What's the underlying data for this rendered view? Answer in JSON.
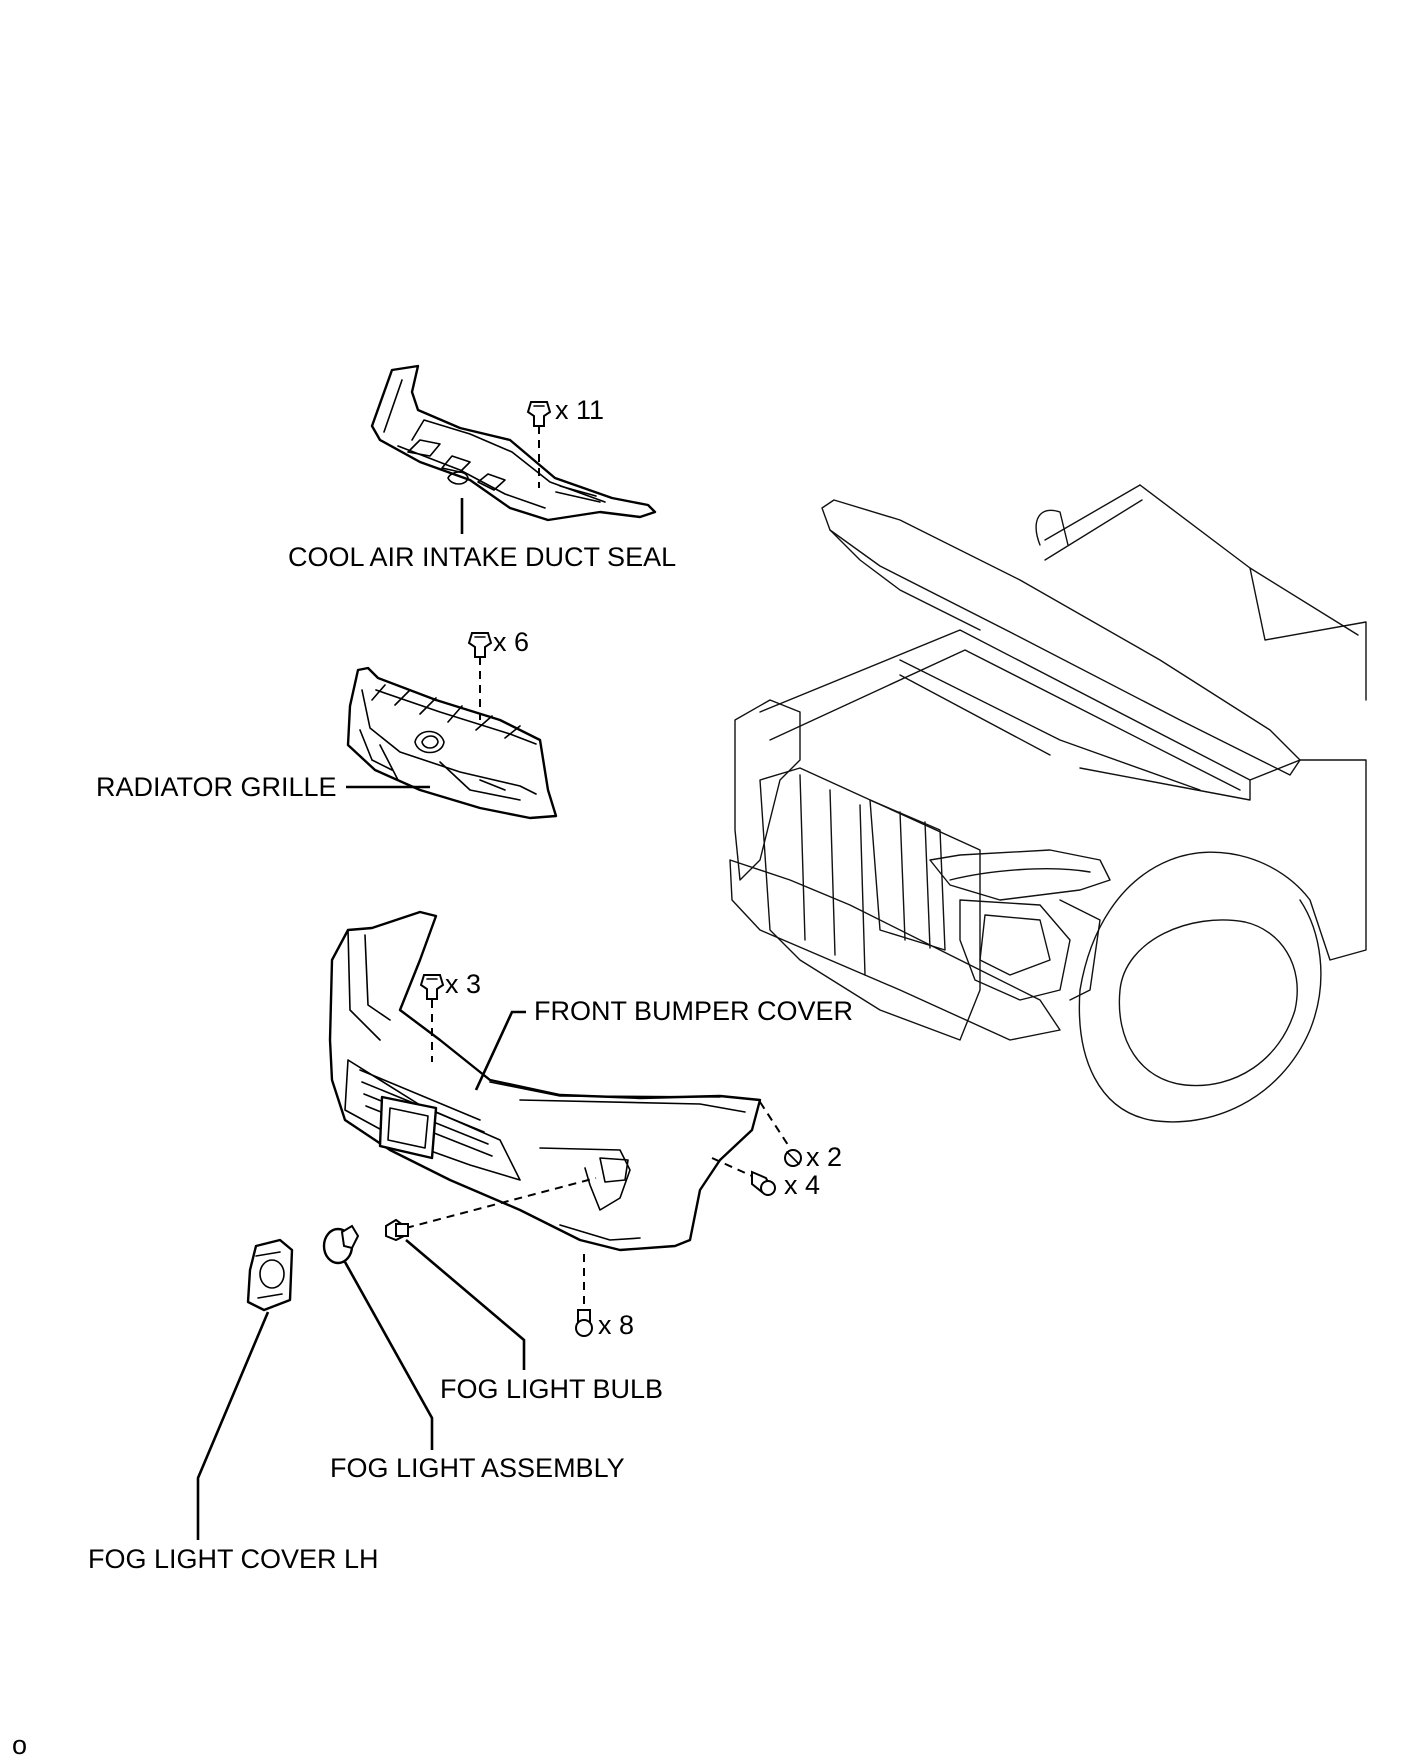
{
  "labels": {
    "cool_air_intake_duct_seal": "COOL AIR INTAKE DUCT SEAL",
    "radiator_grille": "RADIATOR GRILLE",
    "front_bumper_cover": "FRONT BUMPER COVER",
    "fog_light_bulb": "FOG LIGHT BULB",
    "fog_light_assembly": "FOG LIGHT ASSEMBLY",
    "fog_light_cover_lh": "FOG LIGHT COVER LH"
  },
  "quantities": {
    "duct_seal_clips": "x 11",
    "grille_clips": "x 6",
    "bumper_top_clips": "x 3",
    "bumper_side_screws": "x 2",
    "bumper_side_bolts": "x 4",
    "bumper_lower_screws": "x 8"
  },
  "page_marker": "o"
}
